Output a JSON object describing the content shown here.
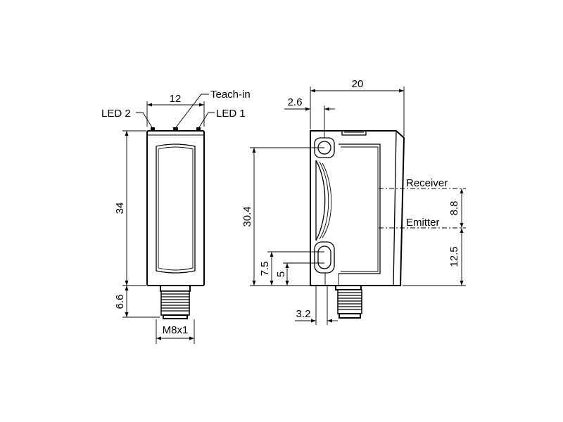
{
  "front_view": {
    "labels": {
      "led2": "LED 2",
      "led1": "LED 1",
      "teach_in": "Teach-in"
    },
    "dimensions": {
      "width": "12",
      "height": "34",
      "connector_length": "6.6",
      "thread": "M8x1"
    }
  },
  "side_view": {
    "labels": {
      "receiver": "Receiver",
      "emitter": "Emitter"
    },
    "dimensions": {
      "width": "20",
      "hole_offset": "2.6",
      "hole_spacing": "30.4",
      "lower_hole_height": "7.5",
      "lower_hole_center": "5",
      "connector_offset": "3.2",
      "receiver_emitter_spacing": "8.8",
      "emitter_height": "12.5"
    }
  }
}
